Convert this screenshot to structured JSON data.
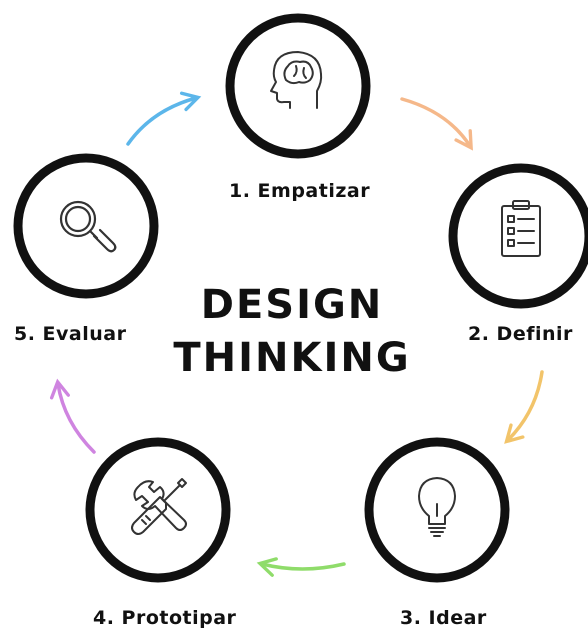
{
  "title": {
    "line1": "DESIGN",
    "line2": "THINKING"
  },
  "steps": [
    {
      "label": "1. Empatizar",
      "icon": "head-brain-icon"
    },
    {
      "label": "2. Definir",
      "icon": "clipboard-checklist-icon"
    },
    {
      "label": "3. Idear",
      "icon": "lightbulb-icon"
    },
    {
      "label": "4. Prototipar",
      "icon": "wrench-screwdriver-icon"
    },
    {
      "label": "5. Evaluar",
      "icon": "magnifying-glass-icon"
    }
  ],
  "arrow_colors": {
    "empatizar_to_definir": "#f5b88a",
    "definir_to_idear": "#f2c46a",
    "idear_to_prototipar": "#8fdc6a",
    "prototipar_to_evaluar": "#cf84e0",
    "evaluar_to_empatizar": "#5cb6ea"
  }
}
